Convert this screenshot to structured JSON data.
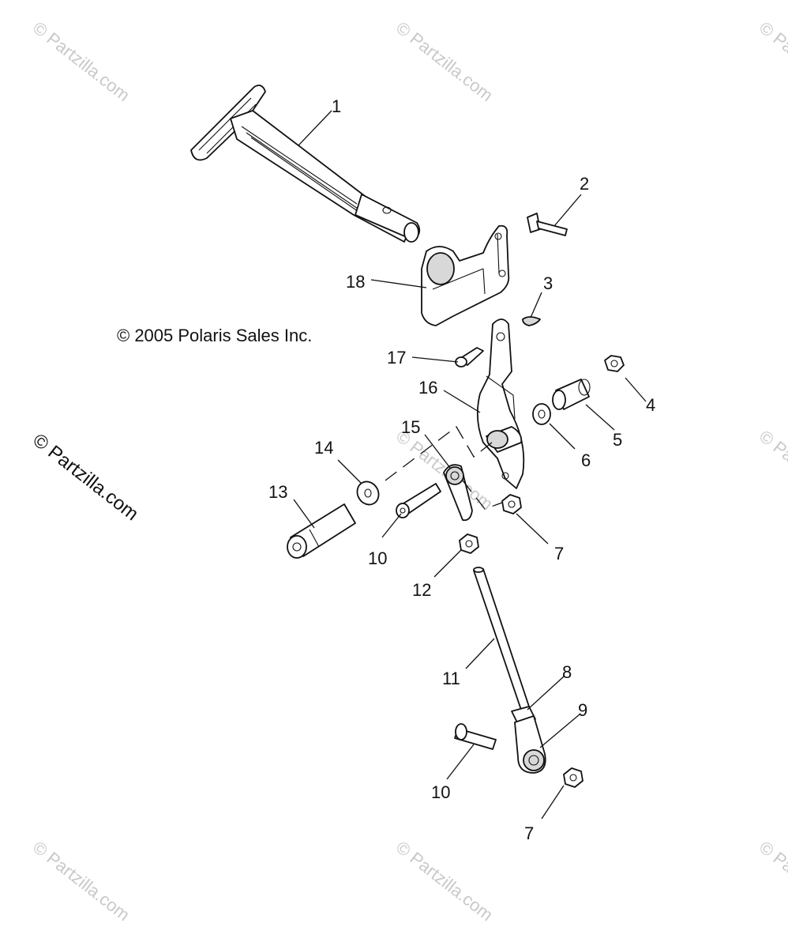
{
  "copyright": "© 2005 Polaris Sales Inc.",
  "watermark": "© Partzilla.com",
  "callouts": [
    {
      "id": "c1",
      "label": "1"
    },
    {
      "id": "c2",
      "label": "2"
    },
    {
      "id": "c3",
      "label": "3"
    },
    {
      "id": "c4",
      "label": "4"
    },
    {
      "id": "c5",
      "label": "5"
    },
    {
      "id": "c6",
      "label": "6"
    },
    {
      "id": "c7a",
      "label": "7"
    },
    {
      "id": "c7b",
      "label": "7"
    },
    {
      "id": "c8",
      "label": "8"
    },
    {
      "id": "c9",
      "label": "9"
    },
    {
      "id": "c10a",
      "label": "10"
    },
    {
      "id": "c10b",
      "label": "10"
    },
    {
      "id": "c11",
      "label": "11"
    },
    {
      "id": "c12",
      "label": "12"
    },
    {
      "id": "c13",
      "label": "13"
    },
    {
      "id": "c14",
      "label": "14"
    },
    {
      "id": "c15",
      "label": "15"
    },
    {
      "id": "c16",
      "label": "16"
    },
    {
      "id": "c17",
      "label": "17"
    },
    {
      "id": "c18",
      "label": "18"
    }
  ]
}
